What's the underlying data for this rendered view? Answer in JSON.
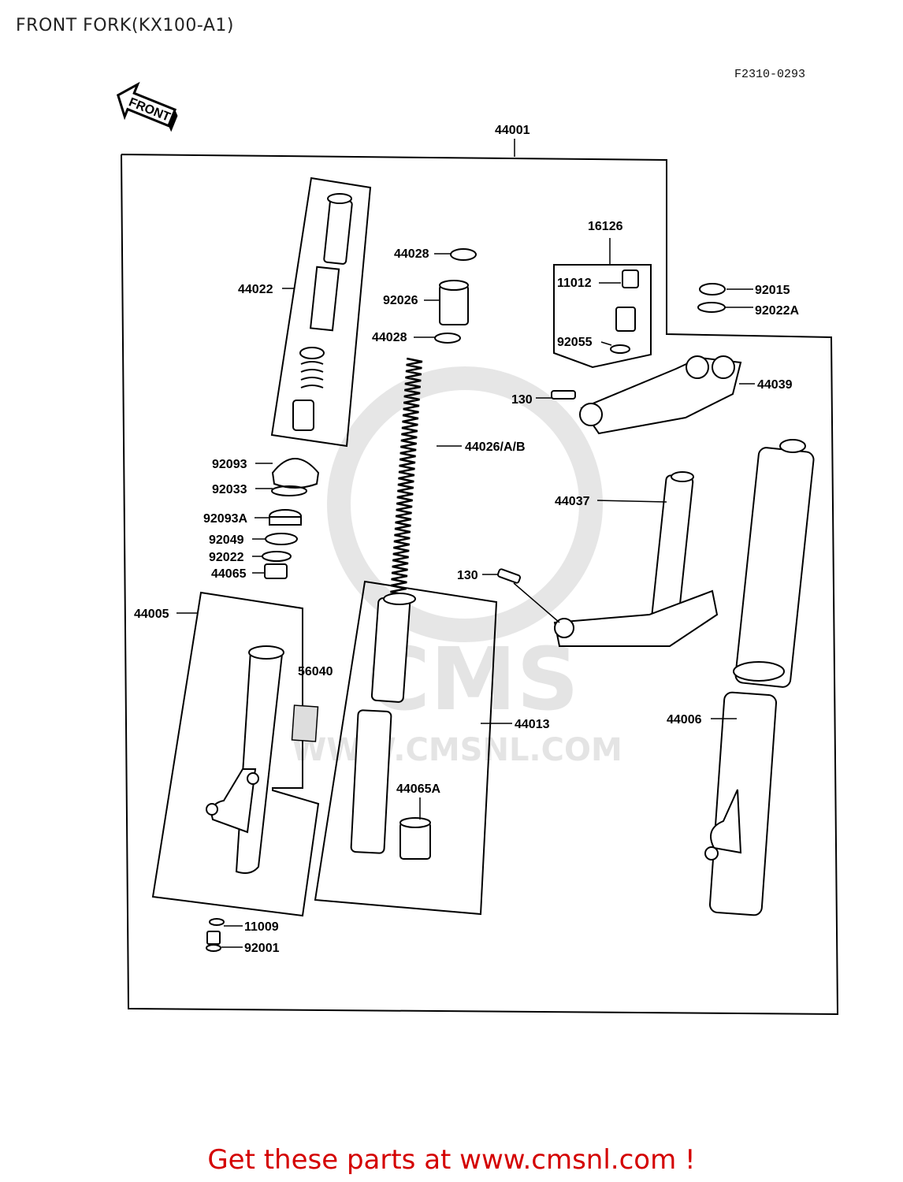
{
  "page": {
    "title": "FRONT FORK(KX100-A1)",
    "figure_code": "F2310-0293",
    "cta": "Get these parts at www.cmsnl.com !",
    "front_arrow_label": "FRONT",
    "watermark": {
      "brand": "CMS",
      "url": "WWW.CMSNL.COM"
    }
  },
  "labels": {
    "assy": "44001",
    "spring_tube": "44022",
    "cap_44028_top": "44028",
    "spacer": "92026",
    "cap_44028_bottom": "44028",
    "valve_assy": "16126",
    "valve_cap": "11012",
    "valve_oring": "92055",
    "nut": "92015",
    "washer": "92022A",
    "upper_bracket": "44039",
    "bolt_upper": "130",
    "spring": "44026/A/B",
    "dust_seal": "92093",
    "clip": "92033",
    "oil_seal": "92093A",
    "washer_92049": "92049",
    "washer_92022": "92022",
    "bush": "44065",
    "stem": "44037",
    "bolt_lower": "130",
    "outer_tube_left": "44005",
    "label_sticker": "56040",
    "inner_tube": "44013",
    "outer_tube_right": "44006",
    "bush_a": "44065A",
    "gasket": "11009",
    "drain_bolt": "92001"
  }
}
